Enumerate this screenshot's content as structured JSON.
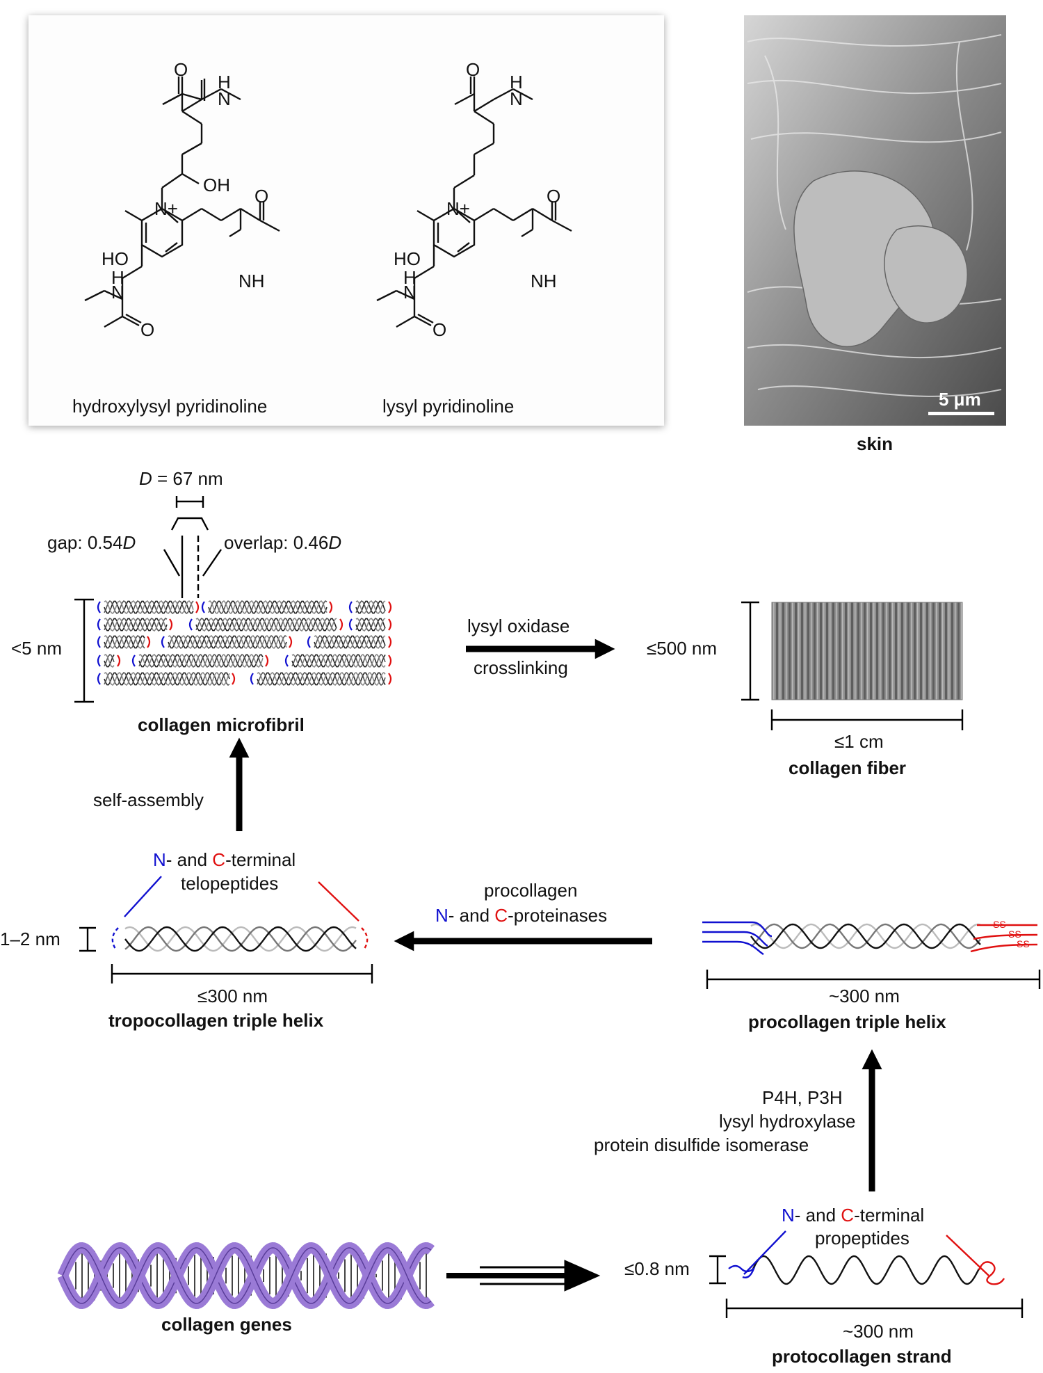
{
  "structures": {
    "left_name": "hydroxylysyl pyridinoline",
    "right_name": "lysyl pyridinoline",
    "atoms": {
      "O": "O",
      "NH": "H\nN",
      "NHlabel": "N",
      "H": "H",
      "OH": "OH",
      "HO": "HO",
      "Nplus": "N+",
      "NH2": "NH"
    }
  },
  "micrograph": {
    "label": "skin",
    "scale_bar": "5 μm"
  },
  "microfibril": {
    "D_label_italic": "D",
    "D_label_rest": " = 67 nm",
    "gap_label": "gap: 0.54",
    "gap_D": "D",
    "overlap_label": "overlap: 0.46",
    "overlap_D": "D",
    "height": "<5 nm",
    "name": "collagen microfibril"
  },
  "fiber": {
    "arrow_top": "lysyl oxidase",
    "arrow_bottom": "crosslinking",
    "height": "≤500 nm",
    "width": "≤1 cm",
    "name": "collagen fiber"
  },
  "self_assembly": "self-assembly",
  "tropocollagen": {
    "telo_N": "N",
    "telo_mid": "- and ",
    "telo_C": "C",
    "telo_end": "-terminal",
    "telo_line2": "telopeptides",
    "height": "1–2 nm",
    "length": "≤300 nm",
    "name": "tropocollagen triple helix"
  },
  "proteinases": {
    "line1": "procollagen",
    "N": "N",
    "mid": "- and ",
    "C": "C",
    "end": "-proteinases"
  },
  "procollagen": {
    "length": "~300 nm",
    "name": "procollagen triple helix",
    "ss": "S"
  },
  "enzymes": {
    "line1": "P4H, P3H",
    "line2": "lysyl hydroxylase",
    "line3": "protein disulfide isomerase"
  },
  "protocollagen": {
    "pro_N": "N",
    "pro_mid": "- and ",
    "pro_C": "C",
    "pro_end": "-terminal",
    "pro_line2": "propeptides",
    "height": "≤0.8 nm",
    "length": "~300 nm",
    "name": "protocollagen strand"
  },
  "genes": {
    "name": "collagen genes"
  },
  "colors": {
    "N_term": "#1010d0",
    "C_term": "#e01010",
    "dna": "#9a7ad6",
    "arrow": "#000000"
  }
}
